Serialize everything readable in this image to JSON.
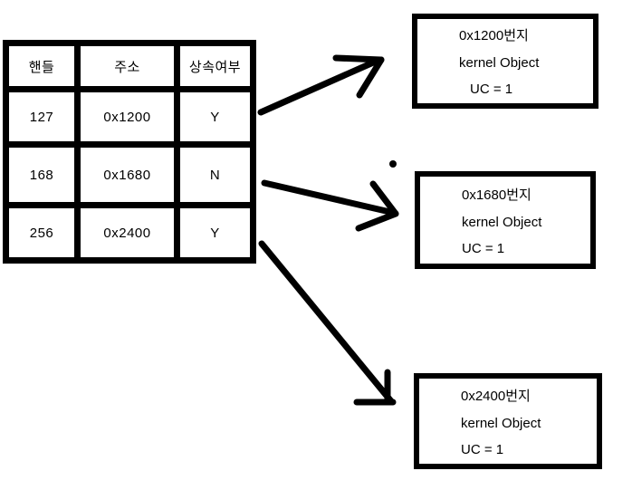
{
  "colors": {
    "ink": "#000000",
    "background": "#ffffff"
  },
  "table": {
    "headers": [
      "핸들",
      "주소",
      "상속여부"
    ],
    "rows": [
      [
        "127",
        "0x1200",
        "Y"
      ],
      [
        "168",
        "0x1680",
        "N"
      ],
      [
        "256",
        "0x2400",
        "Y"
      ]
    ]
  },
  "kernel_boxes": [
    {
      "lines": [
        "0x1200번지",
        "kernel Object",
        "UC = 1"
      ]
    },
    {
      "lines": [
        "0x1680번지",
        "kernel Object",
        "UC = 1"
      ]
    },
    {
      "lines": [
        "0x2400번지",
        "kernel Object",
        "UC = 1"
      ]
    }
  ],
  "arrows": [
    {
      "from_row": "127",
      "to": "0x1200번지"
    },
    {
      "from_row": "168",
      "to": "0x1680번지"
    },
    {
      "from_row": "256",
      "to": "0x2400번지"
    }
  ]
}
